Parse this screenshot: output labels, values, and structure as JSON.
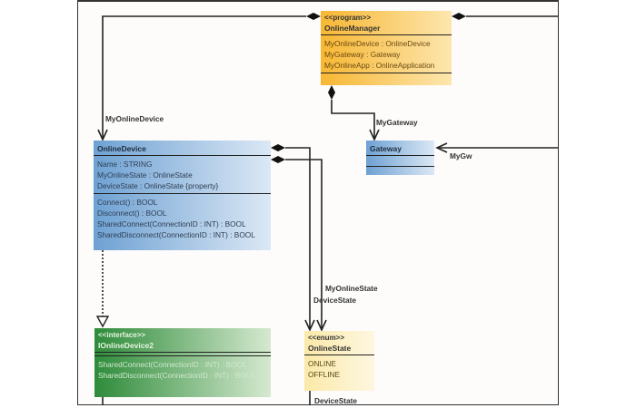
{
  "classes": {
    "online_manager": {
      "stereotype": "<<program>>",
      "name": "OnlineManager",
      "attributes": [
        "MyOnlineDevice : OnlineDevice",
        "MyGateway : Gateway",
        "MyOnlineApp : OnlineApplication"
      ],
      "color": "#f7b733"
    },
    "online_device": {
      "name": "OnlineDevice",
      "attributes": [
        "Name : STRING",
        "MyOnlineState : OnlineState",
        "DeviceState : OnlineState {property}"
      ],
      "methods": [
        "Connect() : BOOL",
        "Disconnect() : BOOL",
        "SharedConnect(ConnectionID : INT) : BOOL",
        "SharedDisconnect(ConnectionID : INT) : BOOL"
      ],
      "color": "#6ea1d3"
    },
    "gateway": {
      "name": "Gateway",
      "color": "#6ea1d3"
    },
    "ionline_device2": {
      "stereotype": "<<interface>>",
      "name": "IOnlineDevice2",
      "methods": [
        "SharedConnect(ConnectionID : INT) : BOOL",
        "SharedDisconnect(ConnectionID : INT) : BOOL"
      ],
      "color": "#2e8b3a"
    },
    "online_state": {
      "stereotype": "<<enum>>",
      "name": "OnlineState",
      "values": [
        "ONLINE",
        "OFFLINE"
      ],
      "color": "#fbe9a8"
    }
  },
  "labels": {
    "my_online_device": "MyOnlineDevice",
    "my_gateway": "MyGateway",
    "my_gw": "MyGw",
    "my_online_state": "MyOnlineState",
    "device_state_top": "DeviceState",
    "device_state_bottom": "DeviceState"
  }
}
